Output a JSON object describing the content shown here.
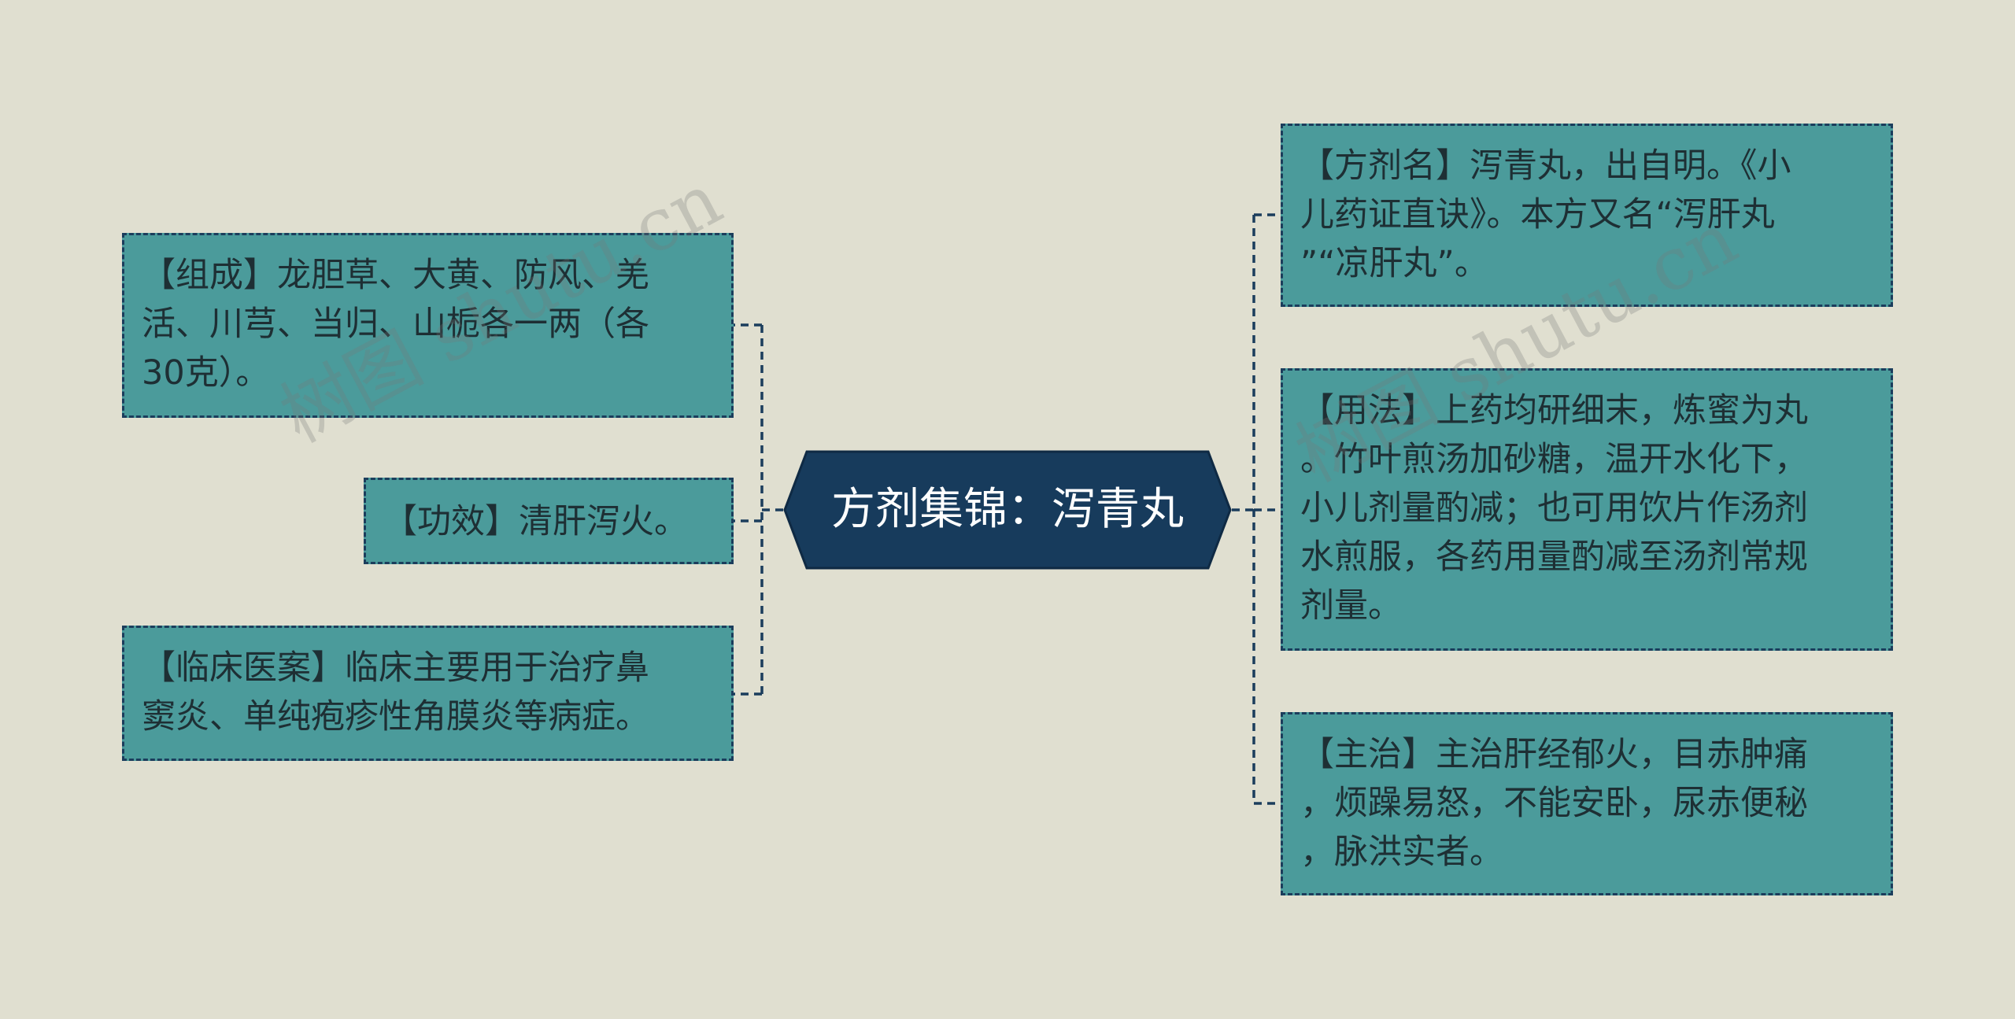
{
  "center": {
    "title": "方剂集锦：泻青丸"
  },
  "left_nodes": [
    {
      "text": "【组成】龙胆草、大黄、防风、羌\n活、川芎、当归、山栀各一两（各\n30克）。"
    },
    {
      "text": "【功效】清肝泻火。"
    },
    {
      "text": "【临床医案】临床主要用于治疗鼻\n窦炎、单纯疱疹性角膜炎等病症。"
    }
  ],
  "right_nodes": [
    {
      "text": "【方剂名】泻青丸，出自明。《小\n儿药证直诀》。本方又名“泻肝丸\n”“凉肝丸”。"
    },
    {
      "text": "【用法】上药均研细末，炼蜜为丸\n。竹叶煎汤加砂糖，温开水化下，\n小儿剂量酌减；也可用饮片作汤剂\n水煎服，各药用量酌减至汤剂常规\n剂量。"
    },
    {
      "text": "【主治】主治肝经郁火，目赤肿痛\n，烦躁易怒，不能安卧，尿赤便秘\n，脉洪实者。"
    }
  ],
  "watermark": "树图 shutu.cn",
  "colors": {
    "background": "#e0dfd0",
    "node_fill": "#4b9b9b",
    "center_fill": "#173b5c",
    "connector": "#1b3d5c"
  }
}
